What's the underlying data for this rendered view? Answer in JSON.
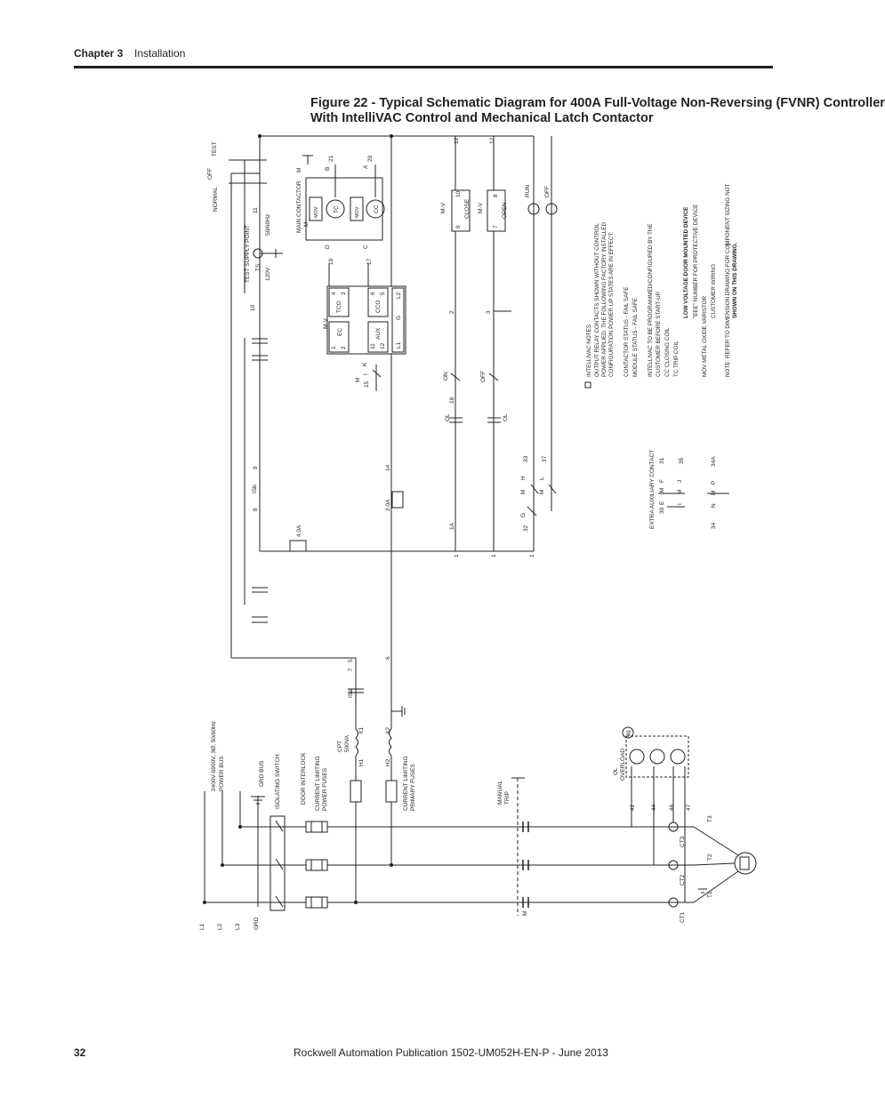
{
  "header": {
    "chapter": "Chapter 3",
    "section": "Installation"
  },
  "figure": {
    "title_line1": "Figure 22 - Typical Schematic Diagram for 400A Full-Voltage Non-Reversing (FVNR) Controller",
    "title_line2": "With IntelliVAC Control and Mechanical Latch Contactor"
  },
  "footer": {
    "page": "32",
    "publication": "Rockwell Automation Publication 1502-UM052H-EN-P - June 2013"
  },
  "schematic": {
    "power_labels": {
      "l1": "L1",
      "l2": "L2",
      "l3": "L3",
      "grd": "GRD",
      "bus_1": "2400V-6900V, 3Ø, 50/60Hz",
      "bus_2": "POWER BUS",
      "grd_bus": "GRD BUS",
      "isolating_switch": "ISOLATING SWITCH",
      "door_interlock": "DOOR INTERLOCK",
      "power_fuses_1": "CURRENT LIMITING",
      "power_fuses_2": "POWER FUSES",
      "primary_fuses_1": "CURRENT LIMITING",
      "primary_fuses_2": "PRIMARY FUSES",
      "cpt_1": "CPT",
      "cpt_2": "500VA",
      "h1": "H1",
      "h2": "H2",
      "x1": "X1",
      "x2": "X2",
      "manual_trip_1": "MANUAL",
      "manual_trip_2": "TRIP",
      "m_contact": "M",
      "ol_1": "OL",
      "ol_2": "OVERLOAD",
      "w49": "49",
      "w42": "42",
      "w44": "44",
      "w46": "46",
      "w47": "47",
      "ct1": "CT1",
      "ct2": "CT2",
      "ct3": "CT3",
      "t1": "T1",
      "t2": "T2",
      "t3": "T3"
    },
    "wires": {
      "w1": "1",
      "w1a": "1A",
      "w2": "2",
      "w3": "3",
      "w5": "5",
      "w6": "6",
      "w7": "7",
      "w8": "8",
      "w9": "9",
      "w10": "10",
      "w11": "11",
      "w12a": "12",
      "w12b": "12",
      "w14": "14",
      "w15": "15",
      "w17": "17",
      "w18": "18",
      "w19": "19",
      "w20": "20",
      "w21": "21",
      "w32": "32",
      "w33": "33",
      "w37": "37"
    },
    "control_labels": {
      "isa": "ISa",
      "isb": "ISb",
      "fuse_40a": "4.0A",
      "fuse_20a": "2.0A",
      "off": "OFF",
      "normal": "NORMAL",
      "test": "TEST",
      "test_supply_1": "TEST SUPPLY POINT",
      "test_supply_2": "50/60Hz",
      "ts": "TS",
      "v120": "120V",
      "main_contactor": "MAIN CONTACTOR",
      "mv": "M-V",
      "ec": "EC",
      "tco": "TCO",
      "cco": "CCO",
      "aux": "AUX",
      "mov": "MOV",
      "tc": "TC",
      "cc": "CC",
      "term_1": "1",
      "term_2": "2",
      "term_3": "3",
      "term_4": "4",
      "term_5": "5",
      "term_6": "6",
      "term_11": "11",
      "term_12": "12",
      "term_l1": "L1",
      "term_l2": "L2",
      "term_g": "G",
      "a": "A",
      "b": "B",
      "c": "C",
      "d": "D",
      "i": "I",
      "k": "K",
      "m": "M",
      "on": "ON",
      "stop": "OFF",
      "ol": "OL",
      "close": "CLOSE",
      "open": "OPEN",
      "run": "RUN",
      "off_lamp": "OFF",
      "t9": "9",
      "t10": "10",
      "t7": "7",
      "t8": "8",
      "g": "G",
      "h": "H",
      "l": "L"
    },
    "aux_contact": {
      "title": "EXTRA AUXILIARY CONTACT",
      "r1": [
        "30",
        "E",
        "M",
        "F",
        "31"
      ],
      "r2": [
        "I",
        "M",
        "J",
        "35"
      ],
      "r3": [
        "34",
        "N",
        "M",
        "P",
        "34A"
      ]
    },
    "notes": [
      "INTELLIVAC NOTES",
      "OUTPUT RELAY CONTACTS SHOWN WITHOUT CONTROL",
      "POWER APPLIED. THE FOLLOWING FACTORY INSTALLED",
      "CONFIGURATION POWER UP STATES ARE IN EFFECT:",
      "CONTACTOR STATUS - FAIL SAFE",
      "MODULE STATUS - FAIL SAFE",
      "INTELLIVAC TO BE PROGRAMMED/CONFIGURED BY THE",
      "CUSTOMER BEFORE START-UP.",
      "CC   CLOSING COIL",
      "TC   TRIP COIL",
      "LOW VOLTAGE DOOR MOUNTED DEVICE",
      "\"EEE\" NUMBER FOR PROTECTIVE DEVICE",
      "MOV   METAL OXIDE VARISTOR",
      "CUSTOMER WIRING",
      "NOTE: REFER TO DIMENSION DRAWING FOR COMPONENT SIZING NOT",
      "SHOWN ON THIS DRAWING."
    ]
  }
}
